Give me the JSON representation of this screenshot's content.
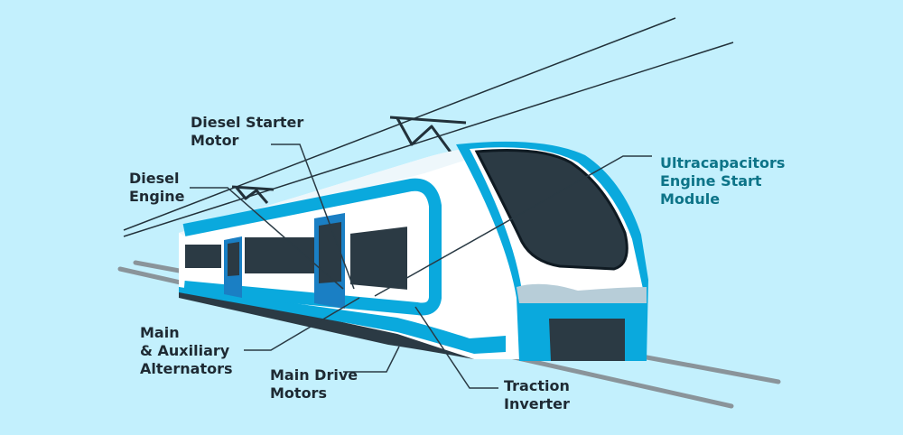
{
  "colors": {
    "background": "#c3f0fd",
    "train_blue": "#0aa9dd",
    "door_blue": "#1a7fc4",
    "window_dark": "#2b3a44",
    "leader_line": "#2a3a44",
    "accent_text": "#0d7488"
  },
  "labels": {
    "diesel_starter_motor": [
      "Diesel Starter",
      "Motor"
    ],
    "diesel_engine": [
      "Diesel",
      "Engine"
    ],
    "ultracapacitors": [
      "Ultracapacitors",
      "Engine Start",
      "Module"
    ],
    "alternators": [
      "Main",
      "& Auxiliary",
      "Alternators"
    ],
    "main_drive_motors": [
      "Main Drive",
      "Motors"
    ],
    "traction_inverter": [
      "Traction",
      "Inverter"
    ]
  }
}
